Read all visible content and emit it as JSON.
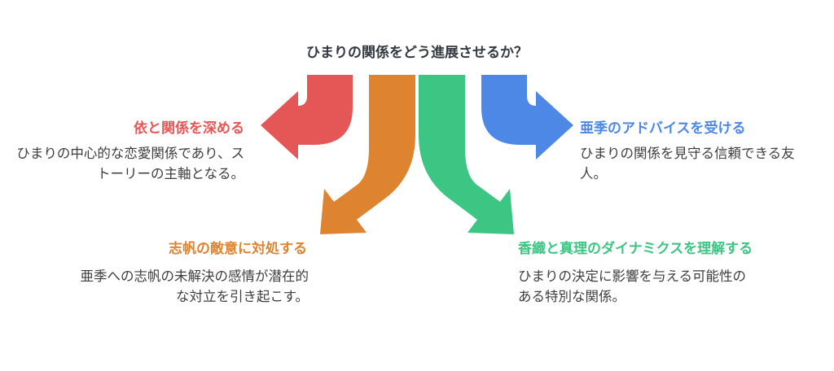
{
  "title": "ひまりの関係をどう進展させるか？",
  "colors": {
    "red": "#e55656",
    "orange": "#de8431",
    "green": "#3cc583",
    "blue": "#4e88e7",
    "text": "#3d3d3d"
  },
  "options": [
    {
      "key": "deepen",
      "heading": "依と関係を深める",
      "description": "ひまりの中心的な恋愛関係であり、ストーリーの主軸となる。",
      "color": "#e55656"
    },
    {
      "key": "hostility",
      "heading": "志帆の敵意に対処する",
      "description": "亜季への志帆の未解決の感情が潜在的な対立を引き起こす。",
      "color": "#de8431"
    },
    {
      "key": "dynamics",
      "heading": "香織と真理のダイナミクスを理解する",
      "description": "ひまりの決定に影響を与える可能性のある特別な関係。",
      "color": "#3cc583"
    },
    {
      "key": "advice",
      "heading": "亜季のアドバイスを受ける",
      "description": "ひまりの関係を見守る信頼できる友人。",
      "color": "#4e88e7"
    }
  ]
}
